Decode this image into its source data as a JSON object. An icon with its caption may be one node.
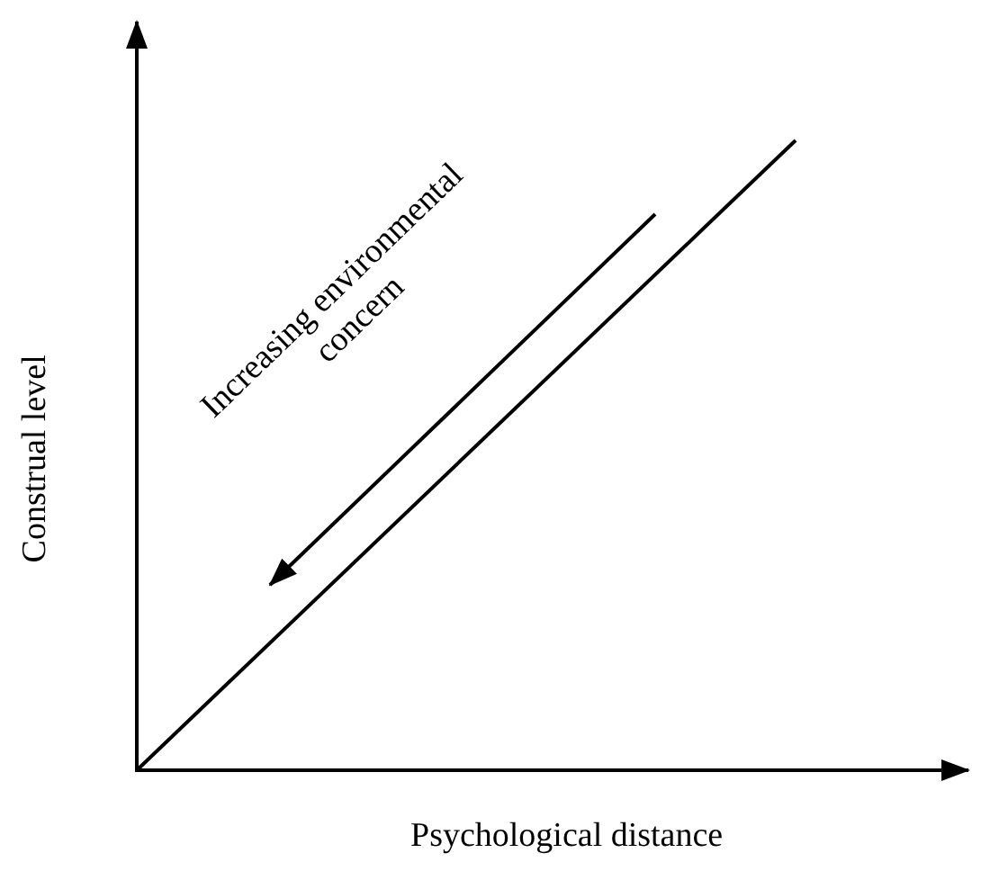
{
  "diagram": {
    "labels": [
      "Construal level",
      "Psychological distance",
      "Increasing environmental concern"
    ]
  }
}
